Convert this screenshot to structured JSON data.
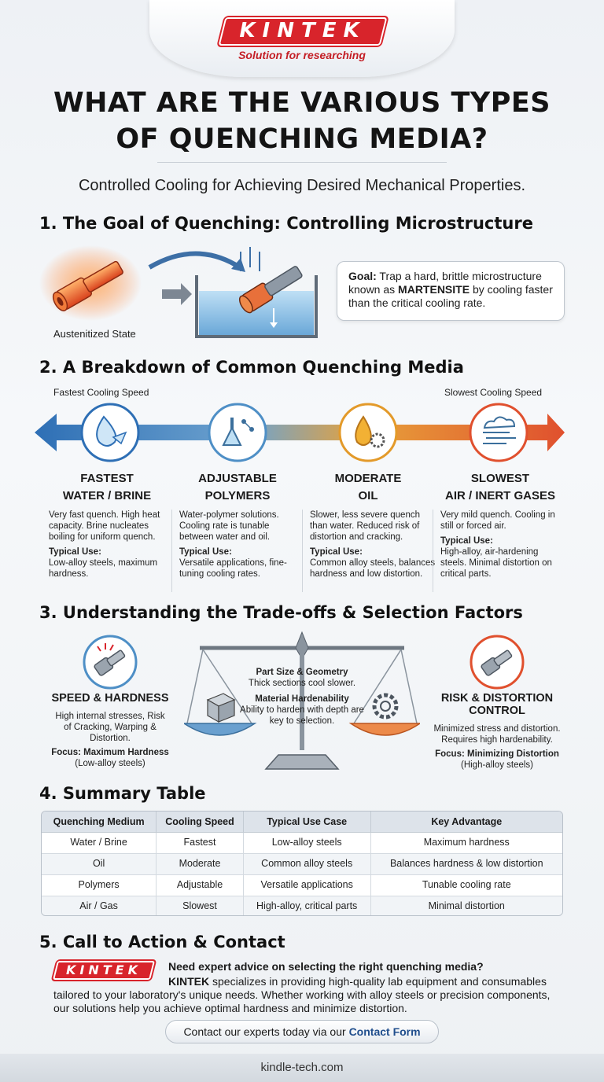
{
  "header": {
    "logo": "KINTEK",
    "tagline": "Solution for researching"
  },
  "title_line1": "WHAT ARE THE VARIOUS TYPES",
  "title_line2": "OF QUENCHING MEDIA?",
  "subtitle": "Controlled Cooling for Achieving Desired Mechanical Properties.",
  "section1": {
    "heading": "1. The Goal of Quenching: Controlling Microstructure",
    "state_label": "Austenitized State",
    "goal_label": "Goal:",
    "goal_text_a": "Trap a hard, brittle microstructure known as",
    "goal_keyword": "MARTENSITE",
    "goal_text_b": "by cooling faster than the critical cooling rate."
  },
  "section2": {
    "heading": "2. A Breakdown of Common Quenching Media",
    "fastest_label": "Fastest Cooling Speed",
    "slowest_label": "Slowest Cooling Speed",
    "colors": {
      "water": "#2e6fb5",
      "polymer": "#4e8fc6",
      "oil": "#e39a2a",
      "air": "#e0502e"
    },
    "media": [
      {
        "icon": "water-drop-icon",
        "speed": "FASTEST",
        "name": "WATER / BRINE",
        "desc": "Very fast quench. High heat capacity. Brine nucleates boiling for uniform quench.",
        "use_label": "Typical Use:",
        "use": "Low-alloy steels, maximum hardness."
      },
      {
        "icon": "flask-molecule-icon",
        "speed": "ADJUSTABLE",
        "name": "POLYMERS",
        "desc": "Water-polymer solutions. Cooling rate is tunable between water and oil.",
        "use_label": "Typical Use:",
        "use": "Versatile applications, fine-tuning cooling rates."
      },
      {
        "icon": "oil-drop-gear-icon",
        "speed": "MODERATE",
        "name": "OIL",
        "desc": "Slower, less severe quench than water. Reduced risk of distortion and cracking.",
        "use_label": "Typical Use:",
        "use": "Common alloy steels, balances hardness and low distortion."
      },
      {
        "icon": "wind-cloud-icon",
        "speed": "SLOWEST",
        "name": "AIR / INERT GASES",
        "desc": "Very mild quench. Cooling in still or forced air.",
        "use_label": "Typical Use:",
        "use": "High-alloy, air-hardening steels. Minimal distortion on critical parts."
      }
    ]
  },
  "section3": {
    "heading": "3. Understanding the Trade-offs & Selection Factors",
    "left": {
      "title": "SPEED & HARDNESS",
      "body": "High internal stresses, Risk of Cracking, Warping & Distortion.",
      "focus_label": "Focus: Maximum Hardness",
      "focus_note": "(Low-alloy steels)"
    },
    "center": {
      "f1_title": "Part Size & Geometry",
      "f1_body": "Thick sections cool slower.",
      "f2_title": "Material Hardenability",
      "f2_body": "Ability to harden with depth are key to selection."
    },
    "right": {
      "title_line1": "RISK & DISTORTION",
      "title_line2": "CONTROL",
      "body": "Minimized stress and distortion. Requires high hardenability.",
      "focus_label": "Focus: Minimizing Distortion",
      "focus_note": "(High-alloy steels)"
    }
  },
  "section4": {
    "heading": "4. Summary Table",
    "columns": [
      "Quenching Medium",
      "Cooling Speed",
      "Typical Use Case",
      "Key Advantage"
    ],
    "rows": [
      [
        "Water / Brine",
        "Fastest",
        "Low-alloy steels",
        "Maximum hardness"
      ],
      [
        "Oil",
        "Moderate",
        "Common alloy steels",
        "Balances hardness & low distortion"
      ],
      [
        "Polymers",
        "Adjustable",
        "Versatile applications",
        "Tunable cooling rate"
      ],
      [
        "Air / Gas",
        "Slowest",
        "High-alloy, critical parts",
        "Minimal distortion"
      ]
    ]
  },
  "section5": {
    "heading": "5. Call to Action & Contact",
    "logo": "KINTEK",
    "question": "Need expert advice on selecting the right quenching media?",
    "brand": "KINTEK",
    "body": "specializes in providing high-quality lab equipment and consumables tailored to your laboratory's unique needs. Whether working with alloy steels or precision components, our solutions help you achieve optimal hardness and minimize distortion.",
    "button_text": "Contact our experts today via our",
    "button_link": "Contact Form"
  },
  "footer": "kindle-tech.com"
}
